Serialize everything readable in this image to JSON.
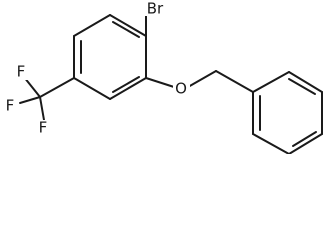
{
  "molecule": {
    "atoms": {
      "bromine": "Br",
      "oxygen": "O",
      "fluorine_top": "F",
      "fluorine_left": "F",
      "fluorine_bottom": "F"
    }
  }
}
